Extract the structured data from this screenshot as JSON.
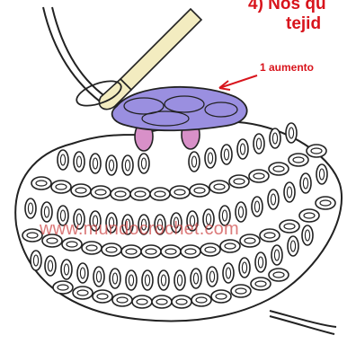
{
  "instruction": {
    "line1": "4) Nos qu",
    "line2": "tejid"
  },
  "annotation": {
    "label": "1 aumento"
  },
  "watermark": {
    "text": "www.mundocrochet.com"
  },
  "colors": {
    "annotation_red": "#d8141c",
    "watermark_red": "#cd4646",
    "yarn_outline": "#222222",
    "yarn_fill": "#ffffff",
    "highlight_purple": "#9a8fe0",
    "highlight_pink": "#d890c8",
    "hook_fill": "#f3ecc0"
  }
}
